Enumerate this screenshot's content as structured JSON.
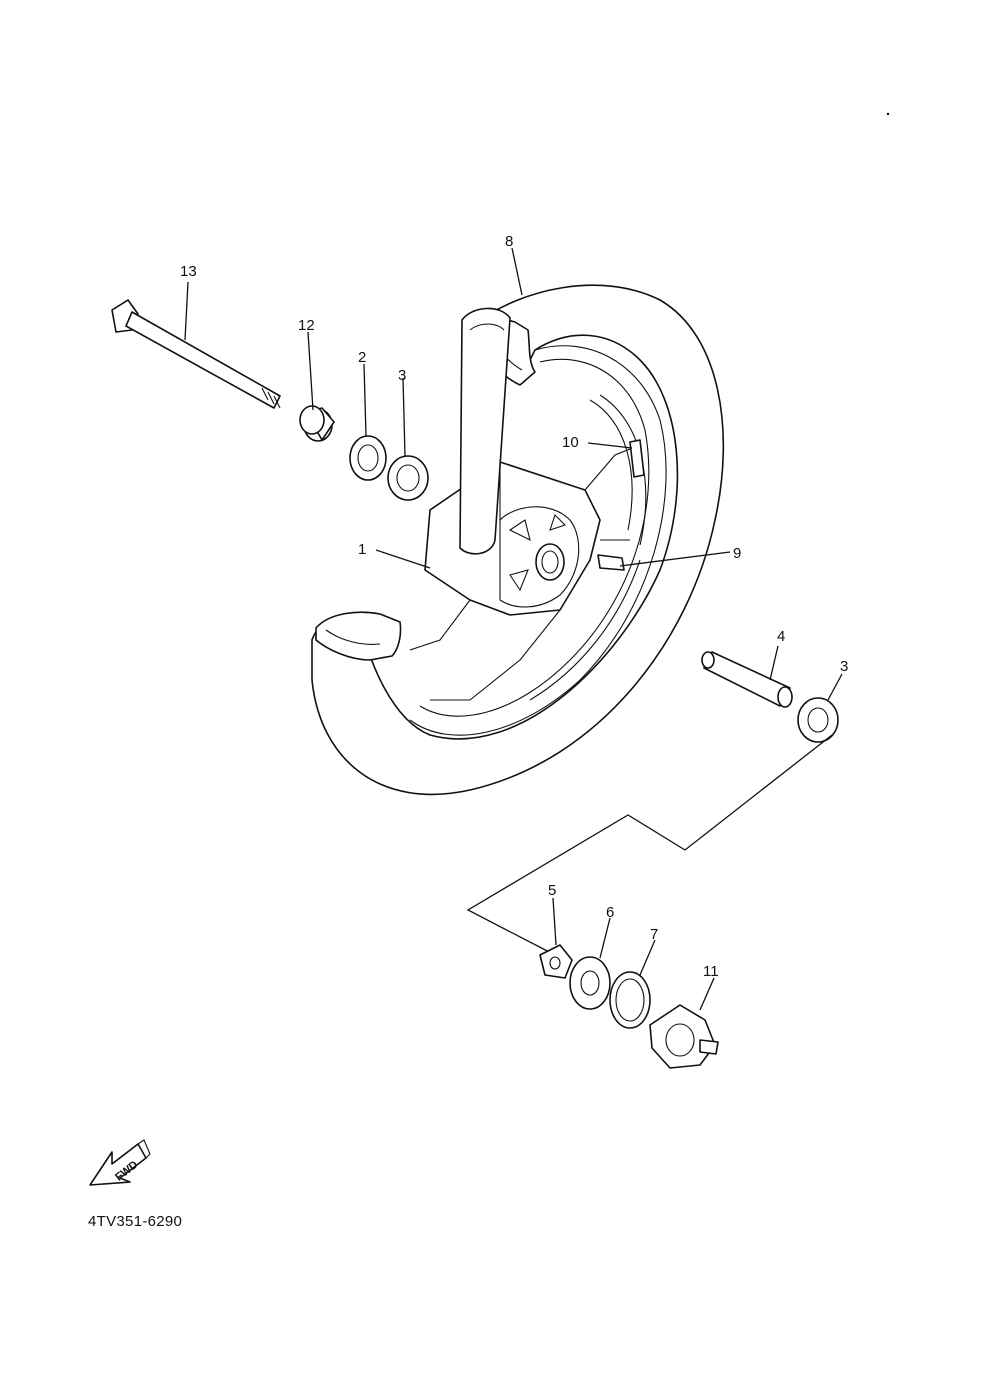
{
  "callouts": [
    {
      "id": "c13",
      "label": "13"
    },
    {
      "id": "c12",
      "label": "12"
    },
    {
      "id": "c2",
      "label": "2"
    },
    {
      "id": "c3a",
      "label": "3"
    },
    {
      "id": "c8",
      "label": "8"
    },
    {
      "id": "c10",
      "label": "10"
    },
    {
      "id": "c1",
      "label": "1"
    },
    {
      "id": "c9",
      "label": "9"
    },
    {
      "id": "c4",
      "label": "4"
    },
    {
      "id": "c3b",
      "label": "3"
    },
    {
      "id": "c5",
      "label": "5"
    },
    {
      "id": "c6",
      "label": "6"
    },
    {
      "id": "c7",
      "label": "7"
    },
    {
      "id": "c11",
      "label": "11"
    }
  ],
  "fwd_label": "FWD",
  "diagram_code": "4TV351-6290"
}
